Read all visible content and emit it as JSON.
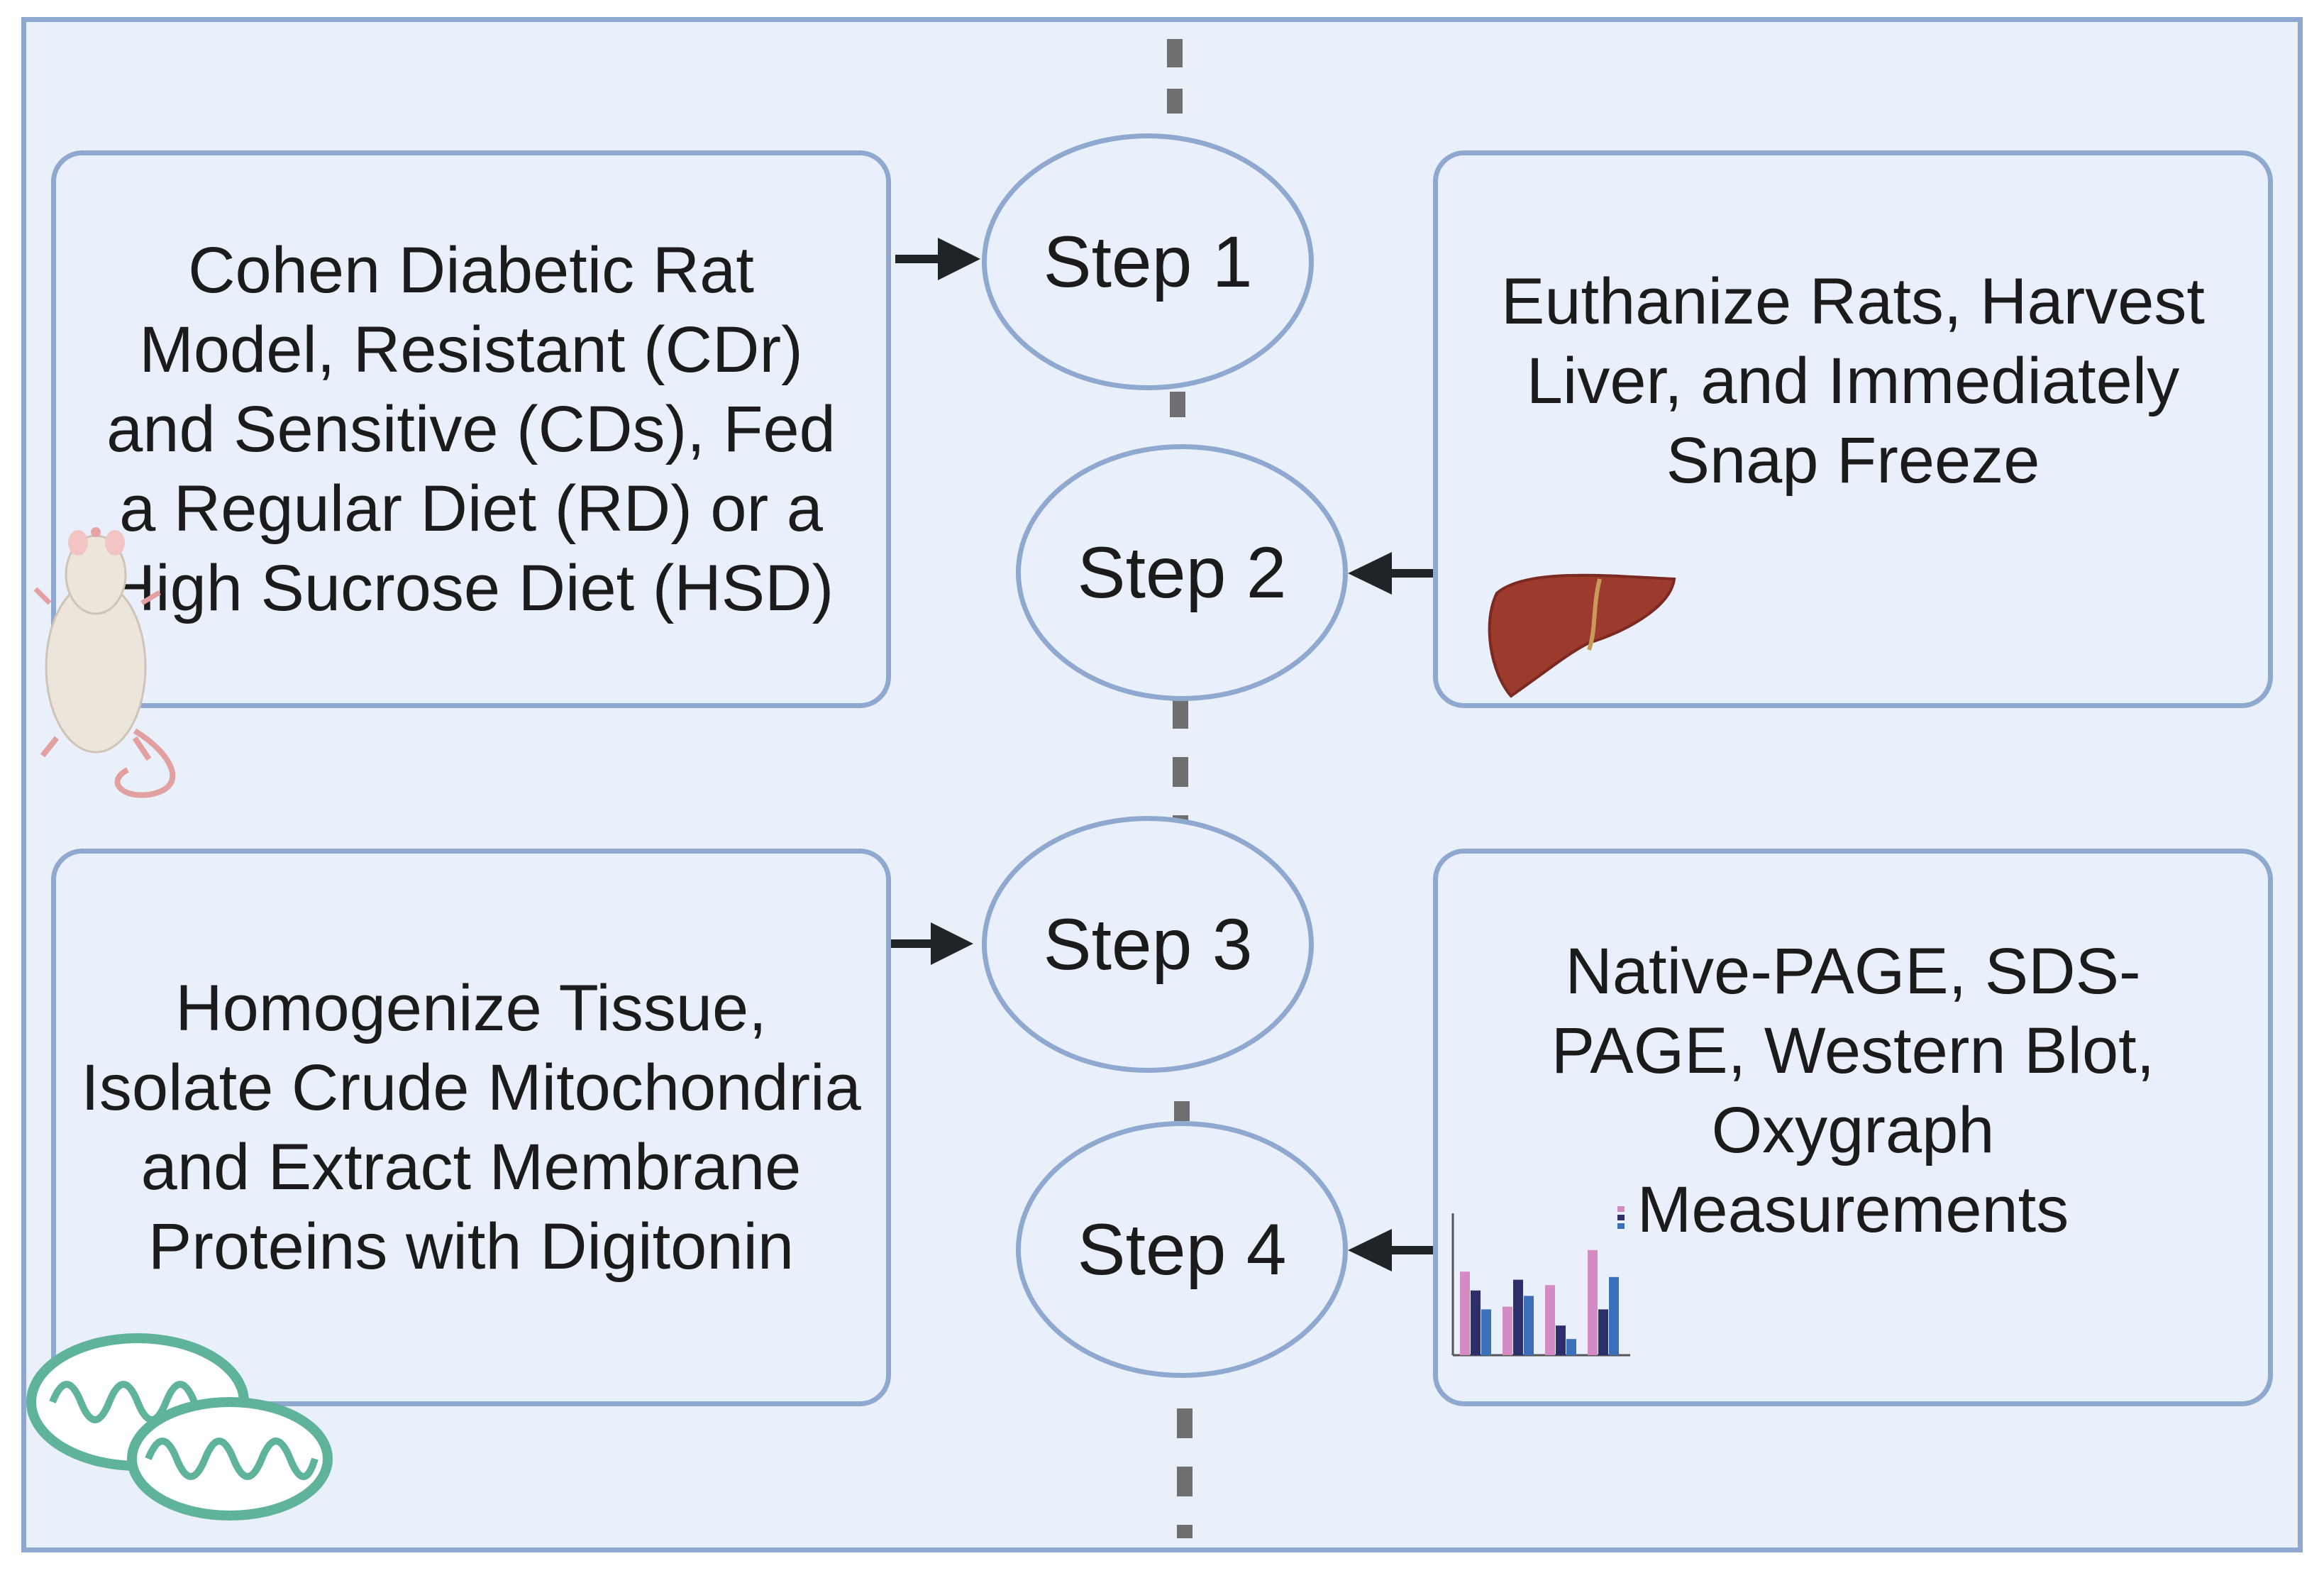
{
  "steps": [
    "Step 1",
    "Step 2",
    "Step 3",
    "Step 4"
  ],
  "boxes": {
    "model": "Cohen Diabetic Rat Model, Resistant (CDr) and Sensitive (CDs), Fed a Regular Diet (RD) or a High Sucrose Diet (HSD)",
    "euthanize": "Euthanize Rats, Harvest Liver, and Immediately Snap Freeze",
    "homogenize": "Homogenize Tissue, Isolate Crude Mitochondria and Extract Membrane Proteins with Digitonin",
    "measure": "Native-PAGE, SDS-PAGE, Western Blot, Oxygraph Measurements"
  },
  "colors": {
    "frame_border": "#8fa8cf",
    "background": "#eaf0fa",
    "arrow": "#1f2426",
    "dash": "#6f6f6f",
    "liver": "#9c3a2e",
    "mitochondria": "#5fb39a",
    "bar_pink": "#d48bc3",
    "bar_navy": "#2c2f6a",
    "bar_blue": "#3b6fb8"
  },
  "icons": [
    "rat-icon",
    "liver-icon",
    "mitochondria-icon",
    "bar-chart-icon"
  ],
  "mini_chart": {
    "series_colors": [
      "#d48bc3",
      "#2c2f6a",
      "#3b6fb8"
    ],
    "groups": [
      [
        0.62,
        0.48,
        0.34
      ],
      [
        0.36,
        0.56,
        0.44
      ],
      [
        0.52,
        0.22,
        0.12
      ],
      [
        0.78,
        0.34,
        0.58
      ]
    ]
  }
}
